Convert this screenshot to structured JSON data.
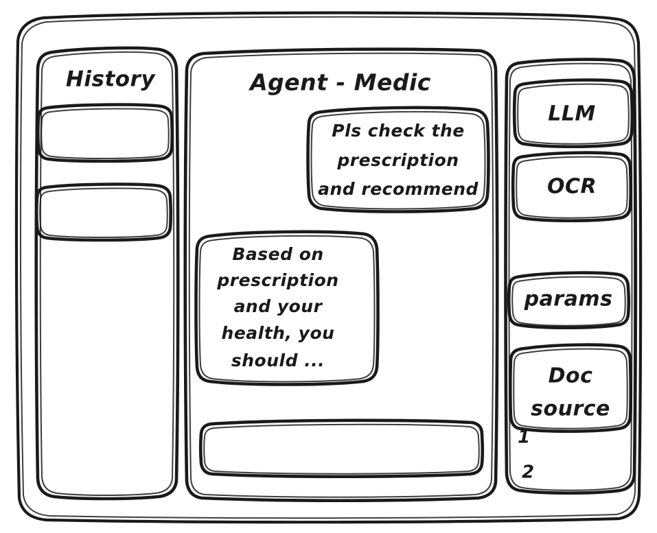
{
  "window": {
    "title": "Agent - Medic",
    "style": "hand-drawn-wireframe",
    "ink_color": "#1a1a1a",
    "background_color": "#ffffff"
  },
  "sidebar_left": {
    "title": "History",
    "items": [
      {
        "label": "",
        "name": "history-item-1"
      },
      {
        "label": "",
        "name": "history-item-2"
      }
    ]
  },
  "main": {
    "title": "Agent - Medic",
    "messages": [
      {
        "role": "user",
        "align": "right",
        "lines": [
          "Pls check the",
          "prescription",
          "and recommend"
        ],
        "text": "Pls check the prescription and recommend"
      },
      {
        "role": "assistant",
        "align": "left",
        "lines": [
          "Based on",
          "prescription",
          "and your",
          "health, you",
          "should ..."
        ],
        "text": "Based on prescription and your health, you should ..."
      }
    ],
    "composer": {
      "value": "",
      "placeholder": ""
    }
  },
  "sidebar_right": {
    "cards": [
      {
        "label": "LLM",
        "name": "llm-card"
      },
      {
        "label": "OCR",
        "name": "ocr-card"
      },
      {
        "label": "params",
        "name": "params-card"
      },
      {
        "label": "Doc\nsource",
        "line1": "Doc",
        "line2": "source",
        "name": "doc-source-card"
      }
    ],
    "doc_list": [
      {
        "label": "1"
      },
      {
        "label": "2"
      }
    ]
  }
}
